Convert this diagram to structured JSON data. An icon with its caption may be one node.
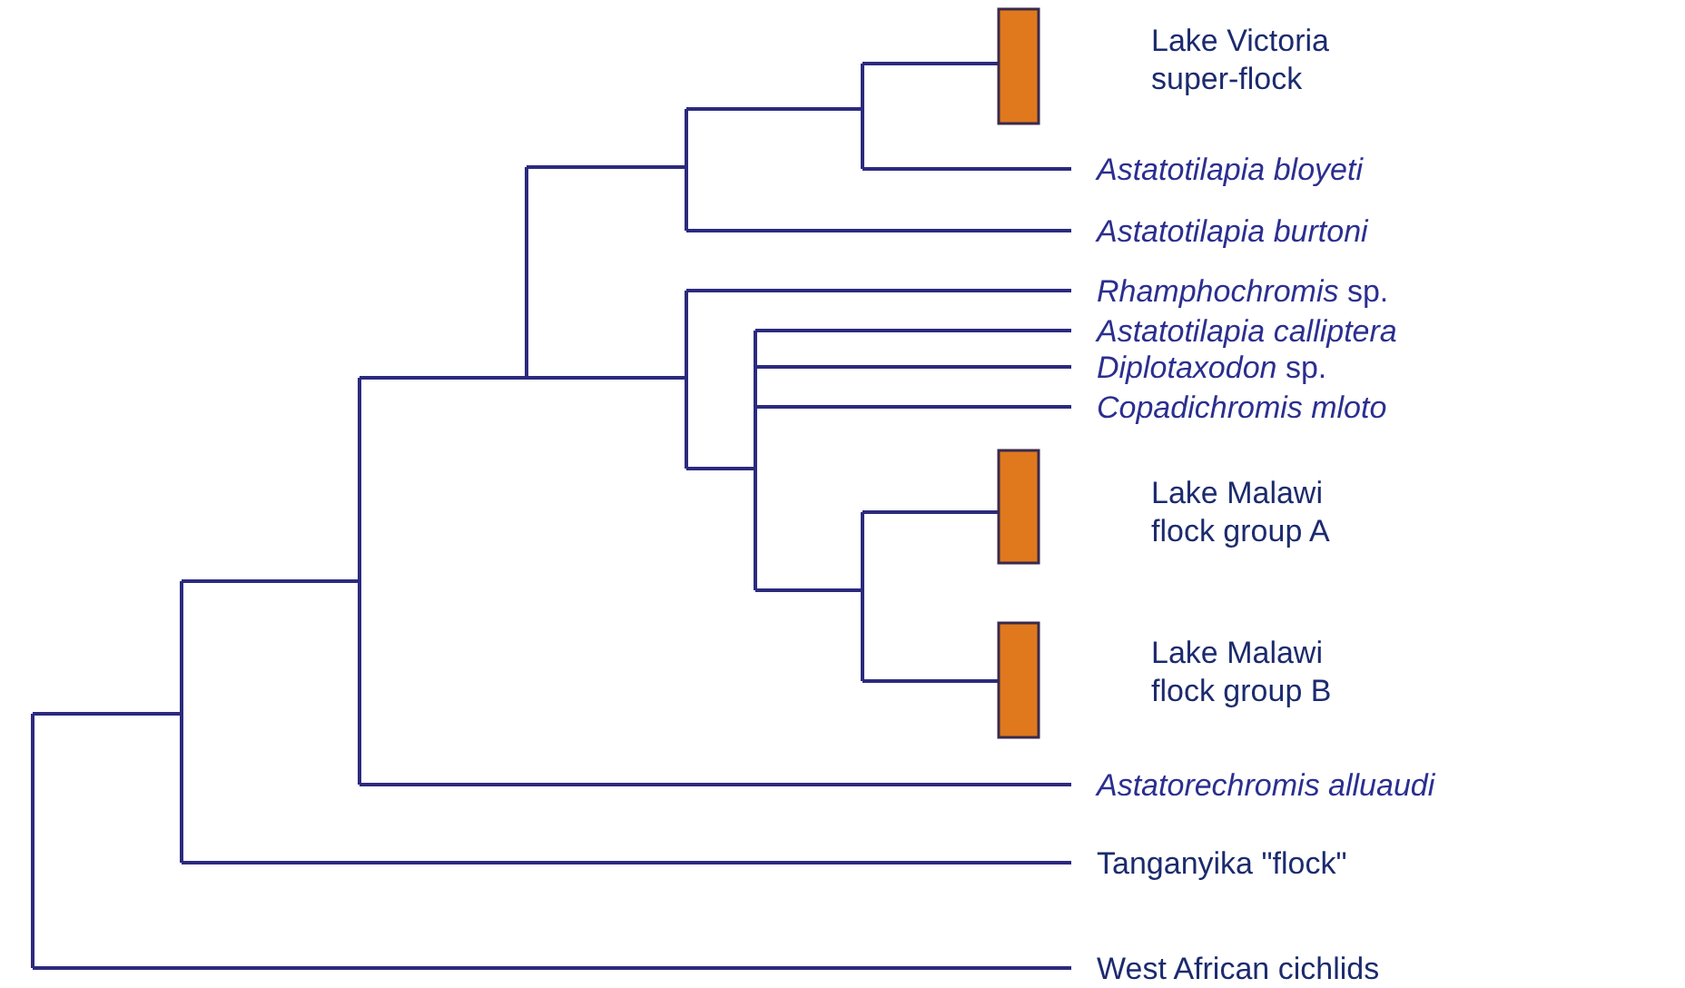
{
  "diagram": {
    "labels": [
      "Lake Victoria super-flock",
      "Astatotilapia bloyeti",
      "Astatotilapia burtoni",
      "*Rhamphochromis* sp.",
      "Astatotilapia calliptera",
      "*Diplotaxodon* sp.",
      "Copadichromis mloto",
      "Lake Malawi flock group A",
      "Lake Malawi flock group B",
      "Astatorechromis alluaudi",
      "Tanganyika \"flock\"",
      "West African cichlids"
    ]
  }
}
